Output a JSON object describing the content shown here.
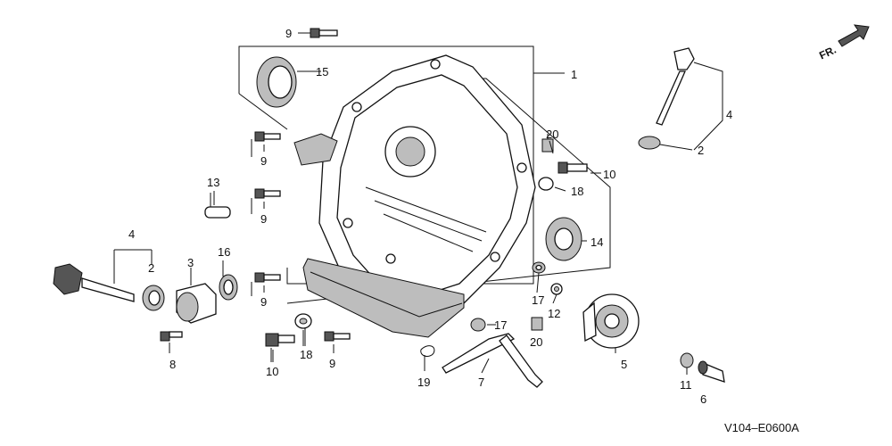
{
  "figure_ref": "V104–E0600A",
  "direction_label": "FR.",
  "callouts": {
    "c1": "1",
    "c2a": "2",
    "c2b": "2",
    "c3": "3",
    "c4a": "4",
    "c4b": "4",
    "c5": "5",
    "c6": "6",
    "c7": "7",
    "c8": "8",
    "c9a": "9",
    "c9b": "9",
    "c9c": "9",
    "c9d": "9",
    "c9e": "9",
    "c10a": "10",
    "c10b": "10",
    "c11": "11",
    "c12": "12",
    "c13": "13",
    "c14": "14",
    "c15": "15",
    "c16": "16",
    "c17a": "17",
    "c17b": "17",
    "c18a": "18",
    "c18b": "18",
    "c19": "19",
    "c20a": "20",
    "c20b": "20"
  }
}
